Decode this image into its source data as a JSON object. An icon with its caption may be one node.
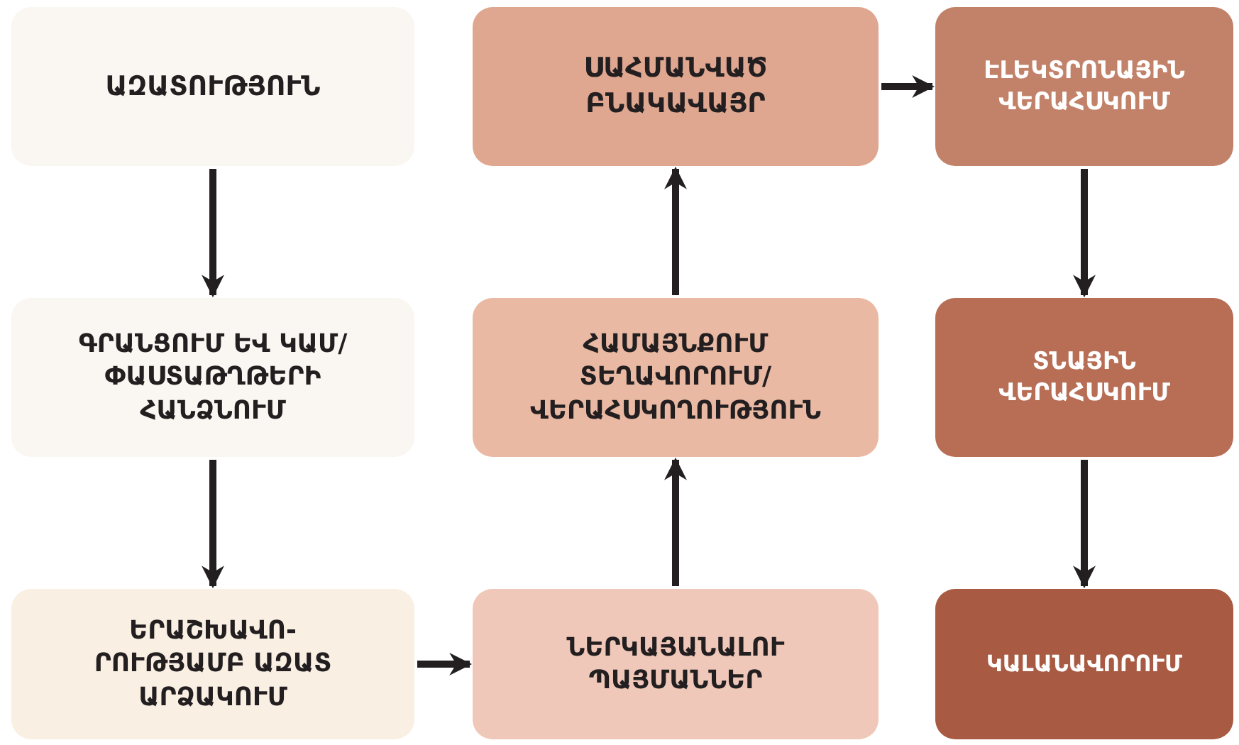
{
  "diagram": {
    "nodes": [
      {
        "text": [
          "ԱԶԱՏՈՒԹՅՈՒՆ"
        ]
      },
      {
        "text": [
          "ՍԱՀՄԱՆՎԱԾ ԲՆԱԿԱՎԱՅՐ"
        ]
      },
      {
        "text": [
          "ԷԼԵԿՏՐՈՆԱՅԻՆ ՎԵՐԱՀՍԿՈՒՄ"
        ]
      },
      {
        "text": [
          "ԳՐԱՆՑՈՒՄ ԵՎ ԿԱՄ/ ՓԱՍՏԱԹՂԹԵՐԻ ՀԱՆՁՆՈՒՄ"
        ]
      },
      {
        "text": [
          "ՀԱՄԱՅՆՔՈՒՄ ՏԵՂԱՎՈՐՈՒՄ/ ՎԵՐԱՀՍԿՈՂՈՒԹՅՈՒՆ"
        ]
      },
      {
        "text": [
          "ՏՆԱՅԻՆ ՎԵՐԱՀՍԿՈՒՄ"
        ]
      },
      {
        "text": [
          "ԵՐԱՇԽԱՎՈ- ՐՈՒԹՅԱՄԲ ԱԶԱՏ ԱՐՁԱԿՈՒՄ"
        ]
      },
      {
        "text": [
          "ՆԵՐԿԱՅԱՆԱԼՈՒ ՊԱՅՄԱՆՆԵՐ"
        ]
      },
      {
        "text": [
          "ԿԱԼԱՆԱՎՈՐՈՒՄ"
        ]
      }
    ],
    "edges": [
      {
        "from": 0,
        "to": 3,
        "arrow": "to"
      },
      {
        "from": 3,
        "to": 6,
        "arrow": "to"
      },
      {
        "from": 6,
        "to": 7,
        "arrow": "to"
      },
      {
        "from": 7,
        "to": 4,
        "arrow": "to"
      },
      {
        "from": 4,
        "to": 1,
        "arrow": "to"
      },
      {
        "from": 1,
        "to": 2,
        "arrow": "to"
      },
      {
        "from": 2,
        "to": 5,
        "arrow": "to"
      },
      {
        "from": 5,
        "to": 8,
        "arrow": "to"
      }
    ]
  }
}
